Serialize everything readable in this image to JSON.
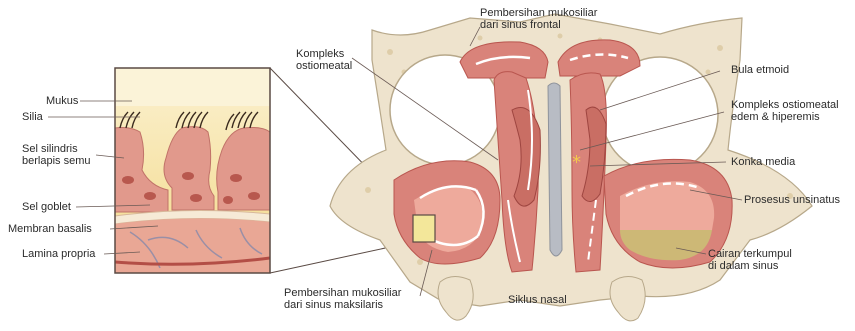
{
  "labels": {
    "frontal_clearance": "Pembersihan mukosiliar\ndari sinus frontal",
    "ostiomeatal_complex": "Kompleks\nostiomeatal",
    "mucus": "Mukus",
    "cilia": "Silia",
    "columnar_cells": "Sel silindris\nberlapis semu",
    "goblet_cell": "Sel goblet",
    "basement_membrane": "Membran basalis",
    "lamina_propria": "Lamina propria",
    "ethmoid_bulla": "Bula etmoid",
    "ostiomeatal_edema": "Kompleks ostiomeatal\nedem & hiperemis",
    "middle_turbinate": "Konka media",
    "uncinate_process": "Prosesus unsinatus",
    "fluid_collected": "Cairan terkumpul\ndi dalam sinus",
    "maxillary_clearance": "Pembersihan mukosiliar\ndari sinus maksilaris",
    "nasal_cycle": "Siklus nasal"
  },
  "colors": {
    "bone": "#eee3cd",
    "mucosa": "#d9837a",
    "mucosa_dark": "#b9564f",
    "sinus_inner": "#eeaa9c",
    "mucus_layer": "#f3e79a",
    "fluid": "#cdb876",
    "septum": "#b8bcc4"
  }
}
